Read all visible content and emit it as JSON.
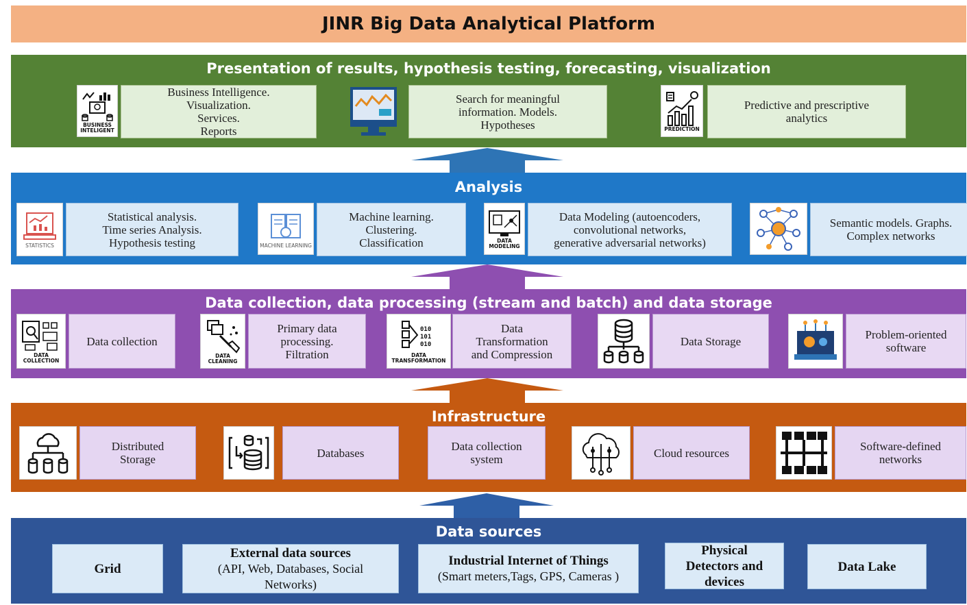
{
  "title": "JINR Big Data Analytical Platform",
  "layers": {
    "presentation": {
      "title": "Presentation of results, hypothesis testing, forecasting, visualization",
      "items": [
        {
          "text": "Business Intelligence.\nVisualization.\nServices.\nReports",
          "icon_caption": "BUSINESS\nINTELIGENT",
          "icon": "business-intelligence-icon"
        },
        {
          "text": "Search for meaningful\ninformation. Models.\nHypotheses",
          "icon_caption": "",
          "icon": "monitor-chart-icon"
        },
        {
          "text": "Predictive and prescriptive\nanalytics",
          "icon_caption": "PREDICTION",
          "icon": "prediction-icon"
        }
      ]
    },
    "analysis": {
      "title": "Analysis",
      "items": [
        {
          "text": "Statistical analysis.\nTime series Analysis.\nHypothesis testing",
          "icon_caption": "STATISTICS",
          "icon": "statistics-icon"
        },
        {
          "text": "Machine learning.\nClustering.\nClassification",
          "icon_caption": "MACHINE LEARNING",
          "icon": "machine-learning-icon"
        },
        {
          "text": "Data Modeling (autoencoders,\nconvolutional networks,\ngenerative adversarial networks)",
          "icon_caption": "DATA\nMODELING",
          "icon": "data-modeling-icon"
        },
        {
          "text": "Semantic models. Graphs.\nComplex networks",
          "icon_caption": "",
          "icon": "ai-network-icon"
        }
      ]
    },
    "collection": {
      "title": "Data collection, data processing (stream and batch) and data storage",
      "items": [
        {
          "text": "Data collection",
          "icon_caption": "DATA\nCOLLECTION",
          "icon": "data-collection-icon"
        },
        {
          "text": "Primary data\nprocessing.\nFiltration",
          "icon_caption": "DATA\nCLEANING",
          "icon": "data-cleaning-icon"
        },
        {
          "text": "Data\nTransformation\nand Compression",
          "icon_caption": "DATA\nTRANSFORMATION",
          "icon": "data-transformation-icon"
        },
        {
          "text": "Data Storage",
          "icon_caption": "",
          "icon": "database-storage-icon"
        },
        {
          "text": "Problem-oriented\nsoftware",
          "icon_caption": "",
          "icon": "software-icon"
        }
      ]
    },
    "infrastructure": {
      "title": "Infrastructure",
      "items": [
        {
          "text": "Distributed\nStorage",
          "icon": "distributed-storage-icon"
        },
        {
          "text": "Databases",
          "icon": "databases-icon"
        },
        {
          "text": "Data collection\nsystem",
          "icon": ""
        },
        {
          "text": "Cloud resources",
          "icon": "cloud-icon"
        },
        {
          "text": "Software-defined\nnetworks",
          "icon": "network-icon"
        }
      ]
    },
    "sources": {
      "title": "Data sources",
      "items": [
        {
          "title": "Grid",
          "sub": ""
        },
        {
          "title": "External data sources",
          "sub": "(API, Web, Databases, Social\nNetworks)"
        },
        {
          "title": "Industrial Internet of Things",
          "sub": "(Smart meters,Tags, GPS, Cameras )"
        },
        {
          "title": "Physical\nDetectors and\ndevices",
          "sub": ""
        },
        {
          "title": "Data Lake",
          "sub": ""
        }
      ]
    }
  },
  "colors": {
    "title_bg": "#f4b183",
    "presentation": "#548235",
    "analysis": "#1f78c8",
    "collection": "#8e4fb0",
    "infrastructure": "#c55a11",
    "sources": "#2f5597"
  }
}
